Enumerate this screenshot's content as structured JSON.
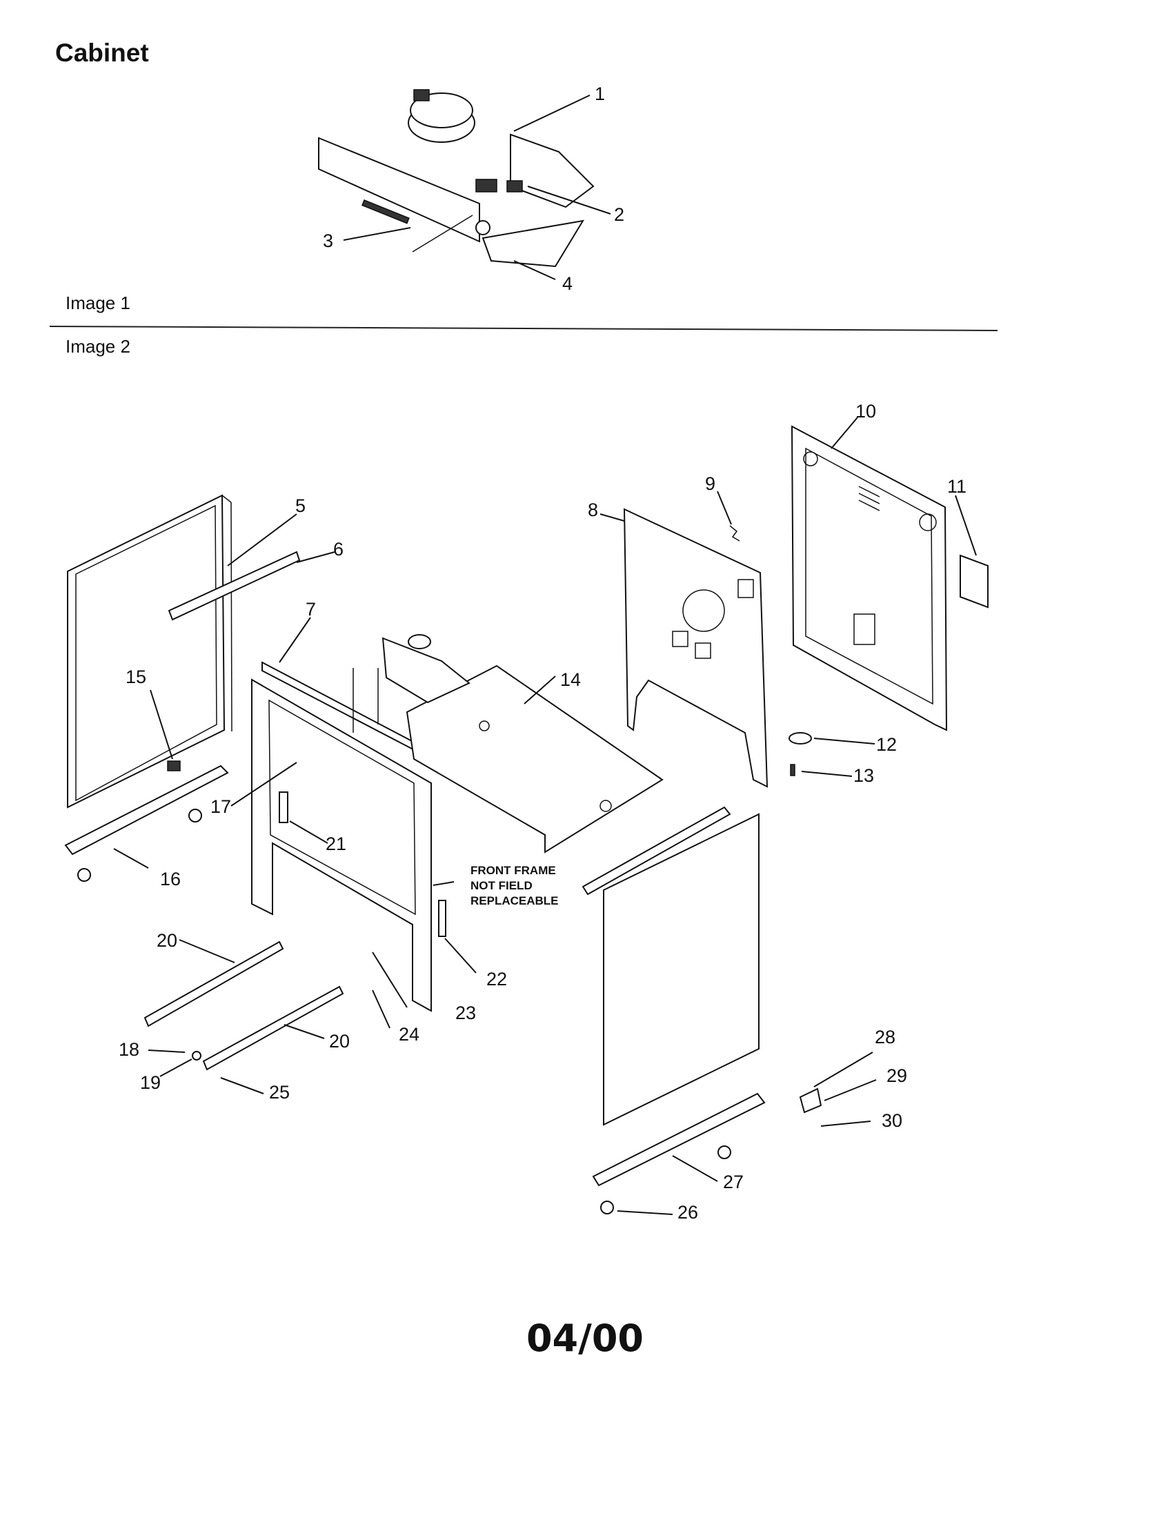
{
  "page": {
    "title": "Cabinet",
    "image1_label": "Image 1",
    "image2_label": "Image 2",
    "footer_date": "04/00"
  },
  "note": {
    "line1": "FRONT FRAME",
    "line2": "NOT FIELD",
    "line3": "REPLACEABLE"
  },
  "callouts": {
    "c1": "1",
    "c2": "2",
    "c3": "3",
    "c4": "4",
    "c5": "5",
    "c6": "6",
    "c7": "7",
    "c8": "8",
    "c9": "9",
    "c10": "10",
    "c11": "11",
    "c12": "12",
    "c13": "13",
    "c14": "14",
    "c15": "15",
    "c16": "16",
    "c17": "17",
    "c18": "18",
    "c19": "19",
    "c20a": "20",
    "c20b": "20",
    "c21": "21",
    "c22": "22",
    "c23": "23",
    "c24": "24",
    "c25": "25",
    "c26": "26",
    "c27": "27",
    "c28": "28",
    "c29": "29",
    "c30": "30"
  }
}
